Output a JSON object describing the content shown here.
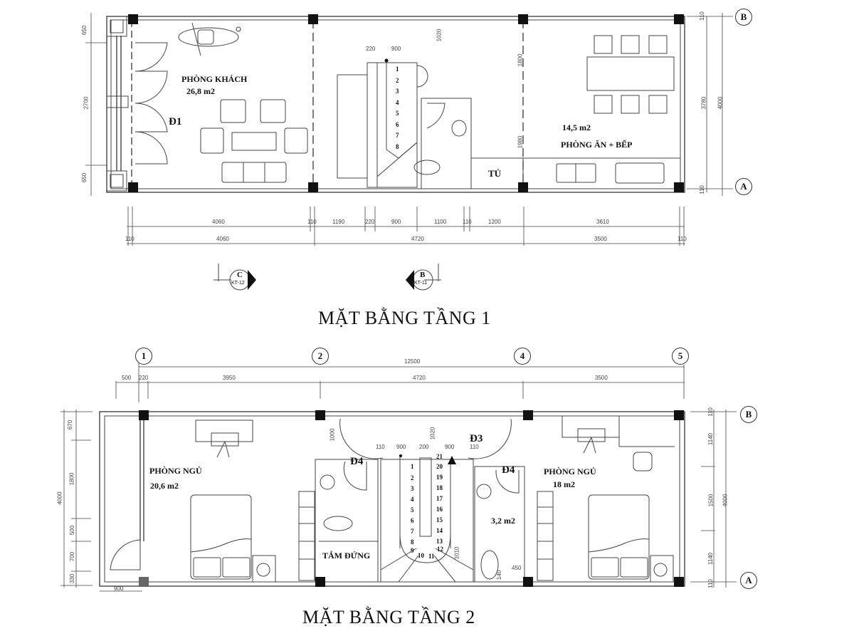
{
  "floor1": {
    "title": "MẶT BẰNG TẦNG 1",
    "rooms": {
      "living": {
        "name": "PHÒNG KHÁCH",
        "area": "26,8 m2"
      },
      "dining": {
        "area": "14,5 m2",
        "name": "PHÒNG ĂN + BẾP"
      },
      "cabinet": {
        "name": "TỦ"
      }
    },
    "door_labels": {
      "d1": "Đ1"
    },
    "stair_steps": [
      "1",
      "2",
      "3",
      "4",
      "5",
      "6",
      "7",
      "8"
    ],
    "dims_top_stair": [
      "220",
      "900"
    ],
    "dims_interior_vertical": [
      "1020",
      "1800",
      "1980"
    ],
    "dims_left": [
      "650",
      "2700",
      "650"
    ],
    "dims_right": [
      "110",
      "3780",
      "4000",
      "110"
    ],
    "dims_bottom_row1": [
      "4060",
      "110",
      "1190",
      "220",
      "900",
      "1100",
      "110",
      "1200",
      "3610"
    ],
    "dims_bottom_row2": [
      "110",
      "4060",
      "4720",
      "3500",
      "110"
    ],
    "axes": [
      "B",
      "A"
    ],
    "section_markers": [
      {
        "letter": "C",
        "ref": "KT-12"
      },
      {
        "letter": "B",
        "ref": "KT-11"
      }
    ]
  },
  "floor2": {
    "title": "MẶT BẰNG TẦNG 2",
    "axes_top": [
      "1",
      "2",
      "4",
      "5"
    ],
    "axes_right": [
      "B",
      "A"
    ],
    "rooms": {
      "bedroom_left": {
        "name": "PHÒNG NGỦ",
        "area": "20,6 m2"
      },
      "bedroom_right": {
        "name": "PHÒNG NGỦ",
        "area": "18 m2"
      },
      "wc_right": {
        "area": "3,2 m2"
      },
      "shower": {
        "name": "TẮM ĐỨNG"
      }
    },
    "door_labels": {
      "d3": "Đ3",
      "d4_left": "Đ4",
      "d4_right": "Đ4"
    },
    "stair_steps_left": [
      "1",
      "2",
      "3",
      "4",
      "5",
      "6",
      "7",
      "8",
      "9"
    ],
    "stair_steps_turn": [
      "10",
      "11",
      "12"
    ],
    "stair_steps_right": [
      "13",
      "14",
      "15",
      "16",
      "17",
      "18",
      "19",
      "20",
      "21"
    ],
    "dims_top_total": "12500",
    "dims_top_row": [
      "500",
      "220",
      "3950",
      "4720",
      "3500"
    ],
    "dims_stair": [
      "110",
      "900",
      "200",
      "900",
      "110"
    ],
    "dims_interior": [
      "1000",
      "1020",
      "1010",
      "450",
      "140"
    ],
    "dims_left": [
      "670",
      "1800",
      "500",
      "700",
      "330",
      "4000"
    ],
    "dims_bottom_left": "900",
    "dims_right": [
      "110",
      "1140",
      "1500",
      "1140",
      "110",
      "4000"
    ]
  }
}
